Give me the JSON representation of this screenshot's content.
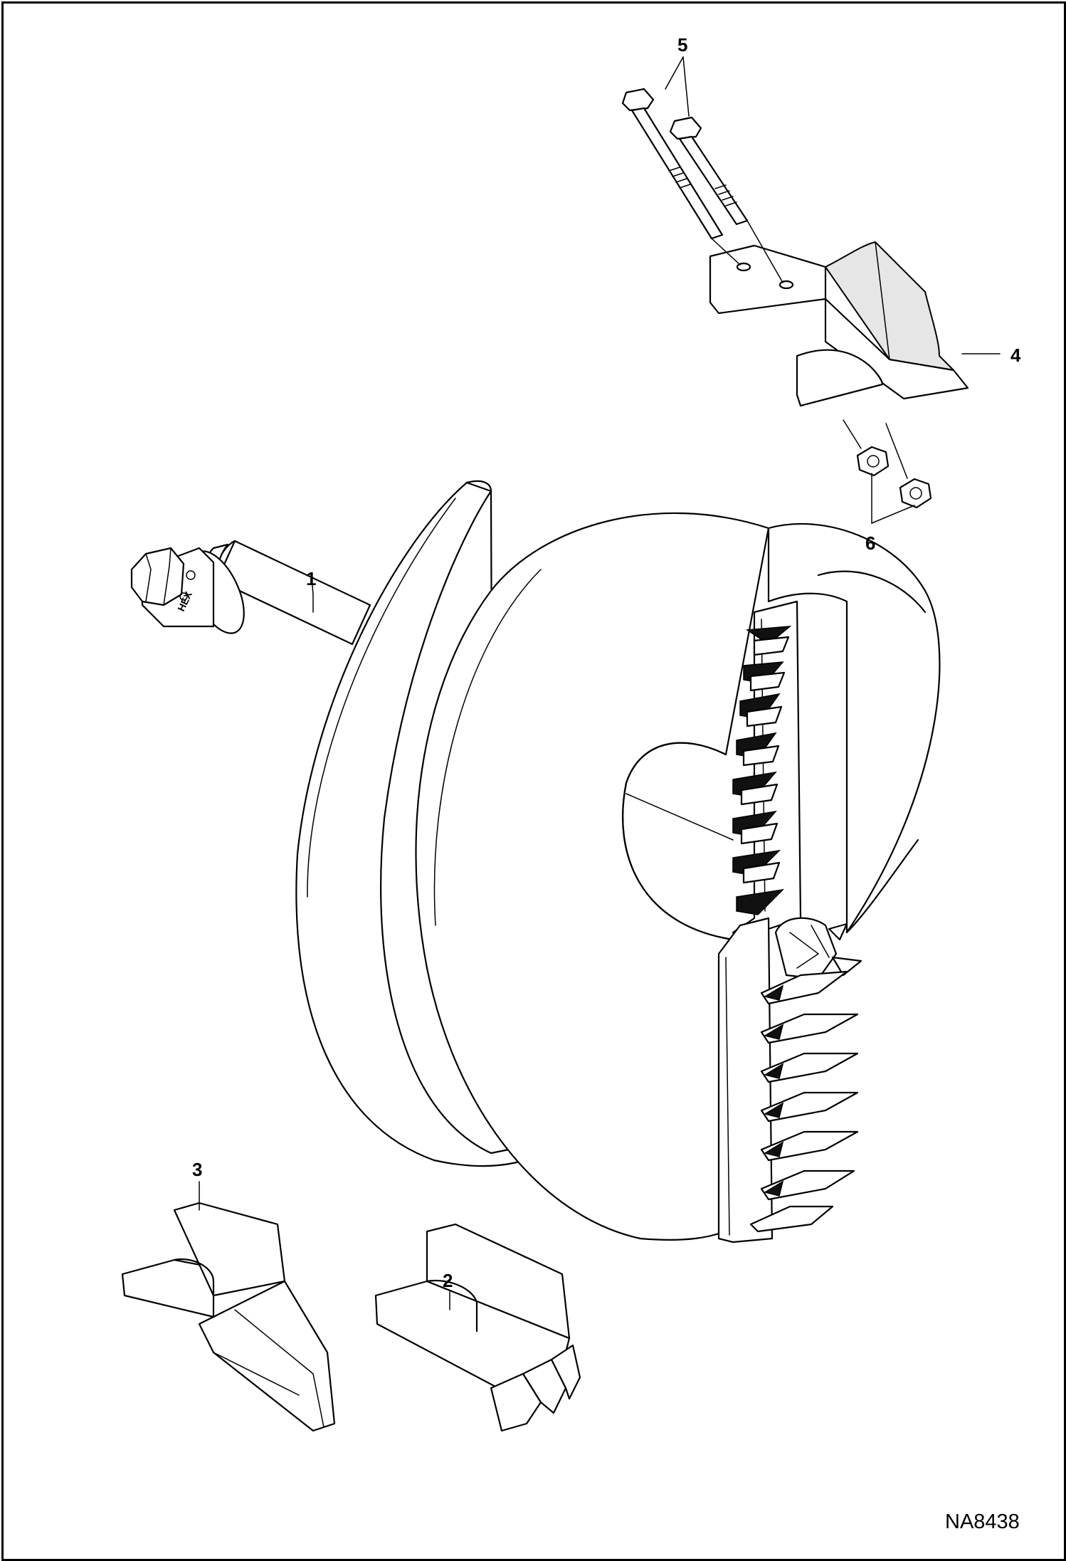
{
  "callouts": {
    "c1": "1",
    "c2": "2",
    "c3": "3",
    "c4": "4",
    "c5": "5",
    "c6": "6"
  },
  "figure_id": "NA8438",
  "shaft_marking": "HEX"
}
